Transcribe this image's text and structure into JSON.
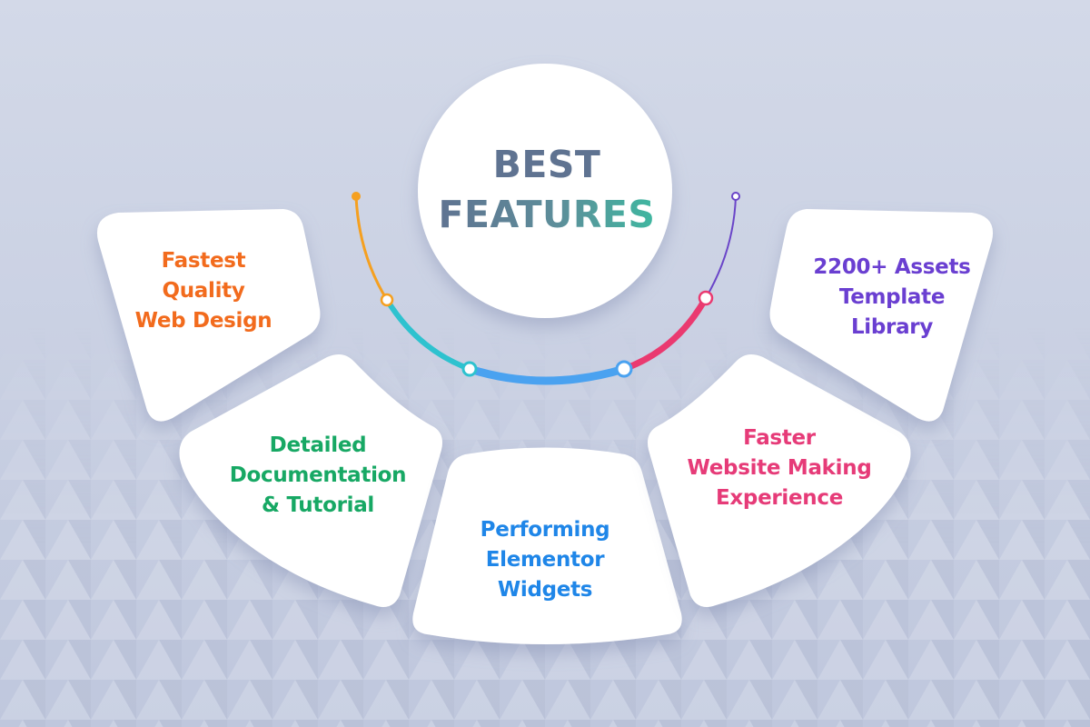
{
  "center": {
    "title_line1": "BEST",
    "title_line2": "FEATURES"
  },
  "features": [
    {
      "id": "fastest",
      "lines": [
        "Fastest",
        "Quality",
        "Web Design"
      ],
      "color": "#f26b1d"
    },
    {
      "id": "documentation",
      "lines": [
        "Detailed",
        "Documentation",
        "& Tutorial"
      ],
      "color": "#17a864"
    },
    {
      "id": "widgets",
      "lines": [
        "Performing",
        "Elementor",
        "Widgets"
      ],
      "color": "#1f86e8"
    },
    {
      "id": "faster",
      "lines": [
        "Faster",
        "Website Making",
        "Experience"
      ],
      "color": "#e63b78"
    },
    {
      "id": "assets",
      "lines": [
        "2200+ Assets",
        "Template",
        "Library"
      ],
      "color": "#6a3fd1"
    }
  ],
  "arc_colors": {
    "orange": "#f5a020",
    "teal": "#2ec2cf",
    "blue": "#4aa2f0",
    "pink": "#ea3a70",
    "purple": "#6a45c8"
  },
  "title_gradient": [
    "#5f7391",
    "#5d8e9a",
    "#3fb7a0"
  ]
}
